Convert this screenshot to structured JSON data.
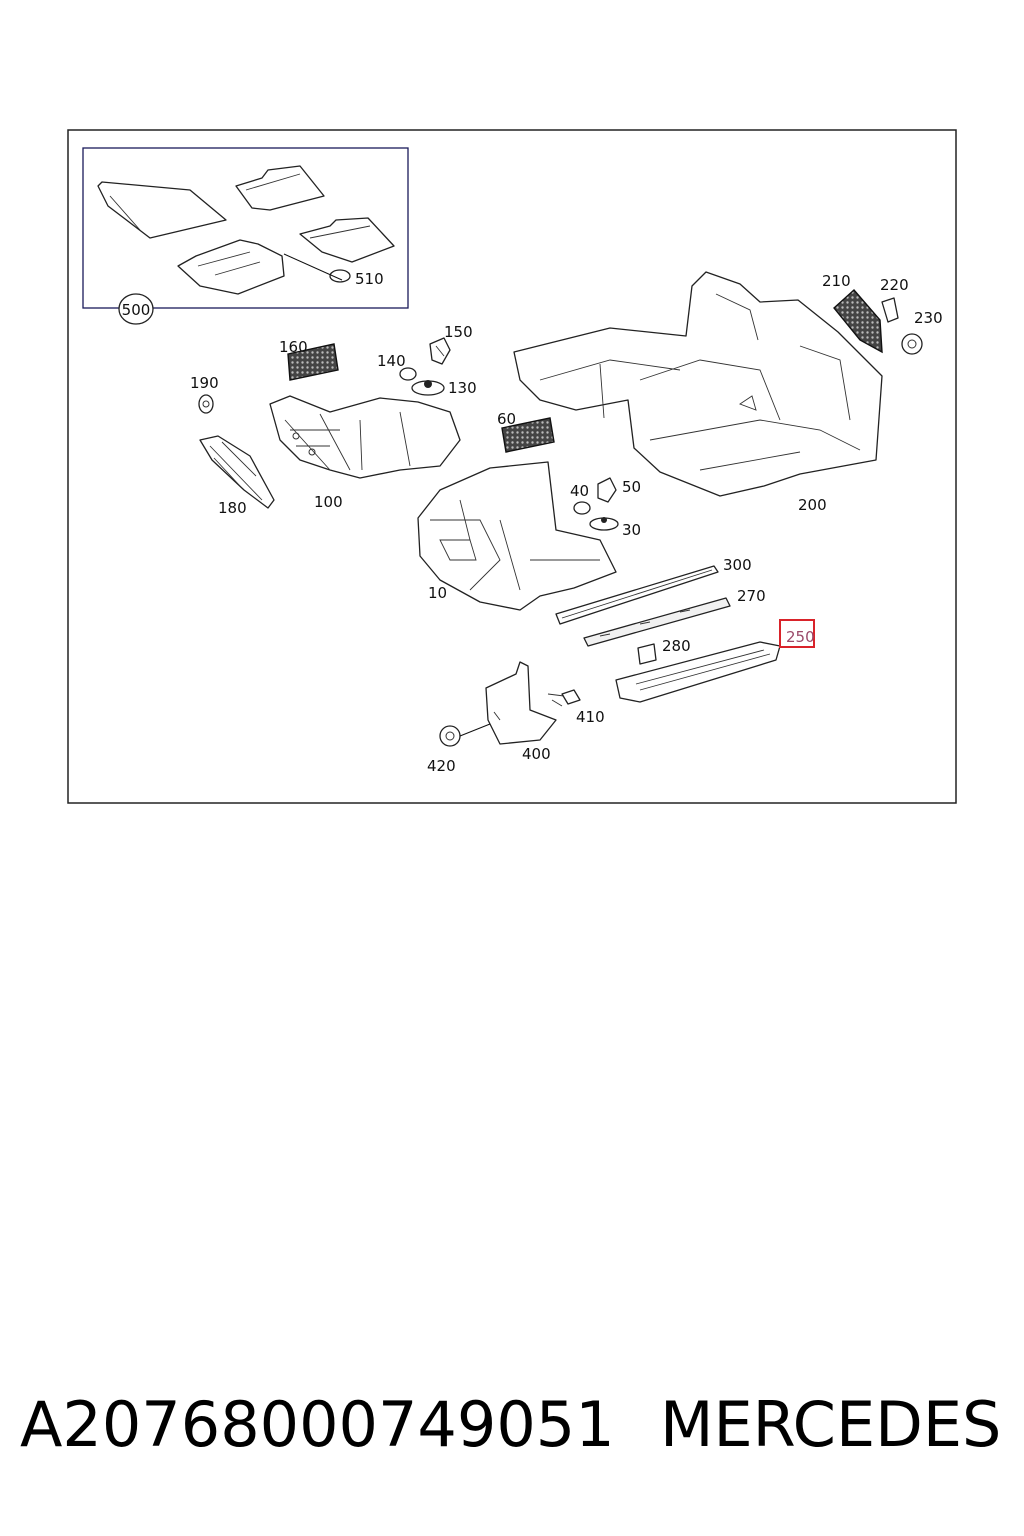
{
  "callouts": {
    "c10": "10",
    "c30": "30",
    "c40": "40",
    "c50": "50",
    "c60": "60",
    "c100": "100",
    "c130": "130",
    "c140": "140",
    "c150": "150",
    "c160": "160",
    "c180": "180",
    "c190": "190",
    "c200": "200",
    "c210": "210",
    "c220": "220",
    "c230": "230",
    "c250": "250",
    "c270": "270",
    "c280": "280",
    "c300": "300",
    "c400": "400",
    "c410": "410",
    "c420": "420",
    "c500": "500",
    "c510": "510"
  },
  "highlighted_callout": "250",
  "colors": {
    "highlight": "#d9232a",
    "highlight_text": "#9a4a6a",
    "frame": "#222222",
    "inset_frame": "#1a1a5a"
  },
  "footer": {
    "part_number": "A20768000749051",
    "brand": "MERCEDES"
  }
}
